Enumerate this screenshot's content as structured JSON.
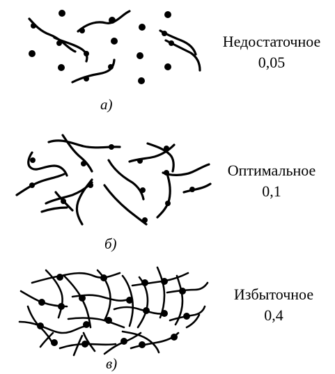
{
  "panels": [
    {
      "name": "Недостаточное",
      "value": "0,05",
      "caption": "а)"
    },
    {
      "name": "Оптимальное",
      "value": "0,1",
      "caption": "б)"
    },
    {
      "name": "Избыточное",
      "value": "0,4",
      "caption": "в)"
    }
  ]
}
